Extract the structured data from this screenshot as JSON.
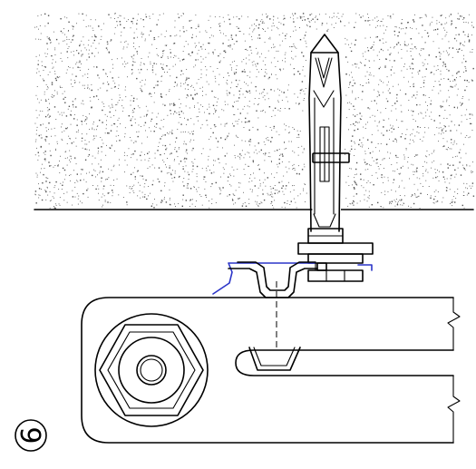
{
  "figure": {
    "step_number": "6"
  },
  "colors": {
    "stroke": "#000000",
    "highlight": "#2b35c8",
    "background": "#ffffff",
    "speckle": "#555555"
  },
  "parts": [
    "concrete-ceiling",
    "hollow-wall-anchor",
    "mounting-bracket",
    "radiator-panel",
    "hex-nut"
  ]
}
